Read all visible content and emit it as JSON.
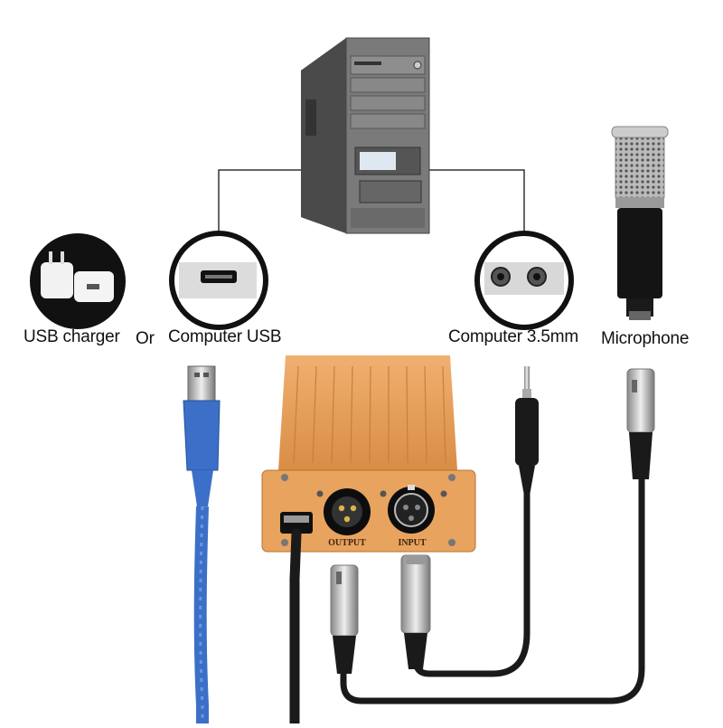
{
  "labels": {
    "usb_charger": "USB charger",
    "or": "Or",
    "computer_usb": "Computer USB",
    "computer_35mm": "Computer 3.5mm",
    "microphone": "Microphone"
  },
  "device": {
    "output_label": "OUTPUT",
    "input_label": "INPUT"
  },
  "colors": {
    "device_body": "#e8a35e",
    "usb_cable": "#3b6fc8",
    "cable_black": "#1a1a1a",
    "pc_case": "#6a6a6a"
  }
}
